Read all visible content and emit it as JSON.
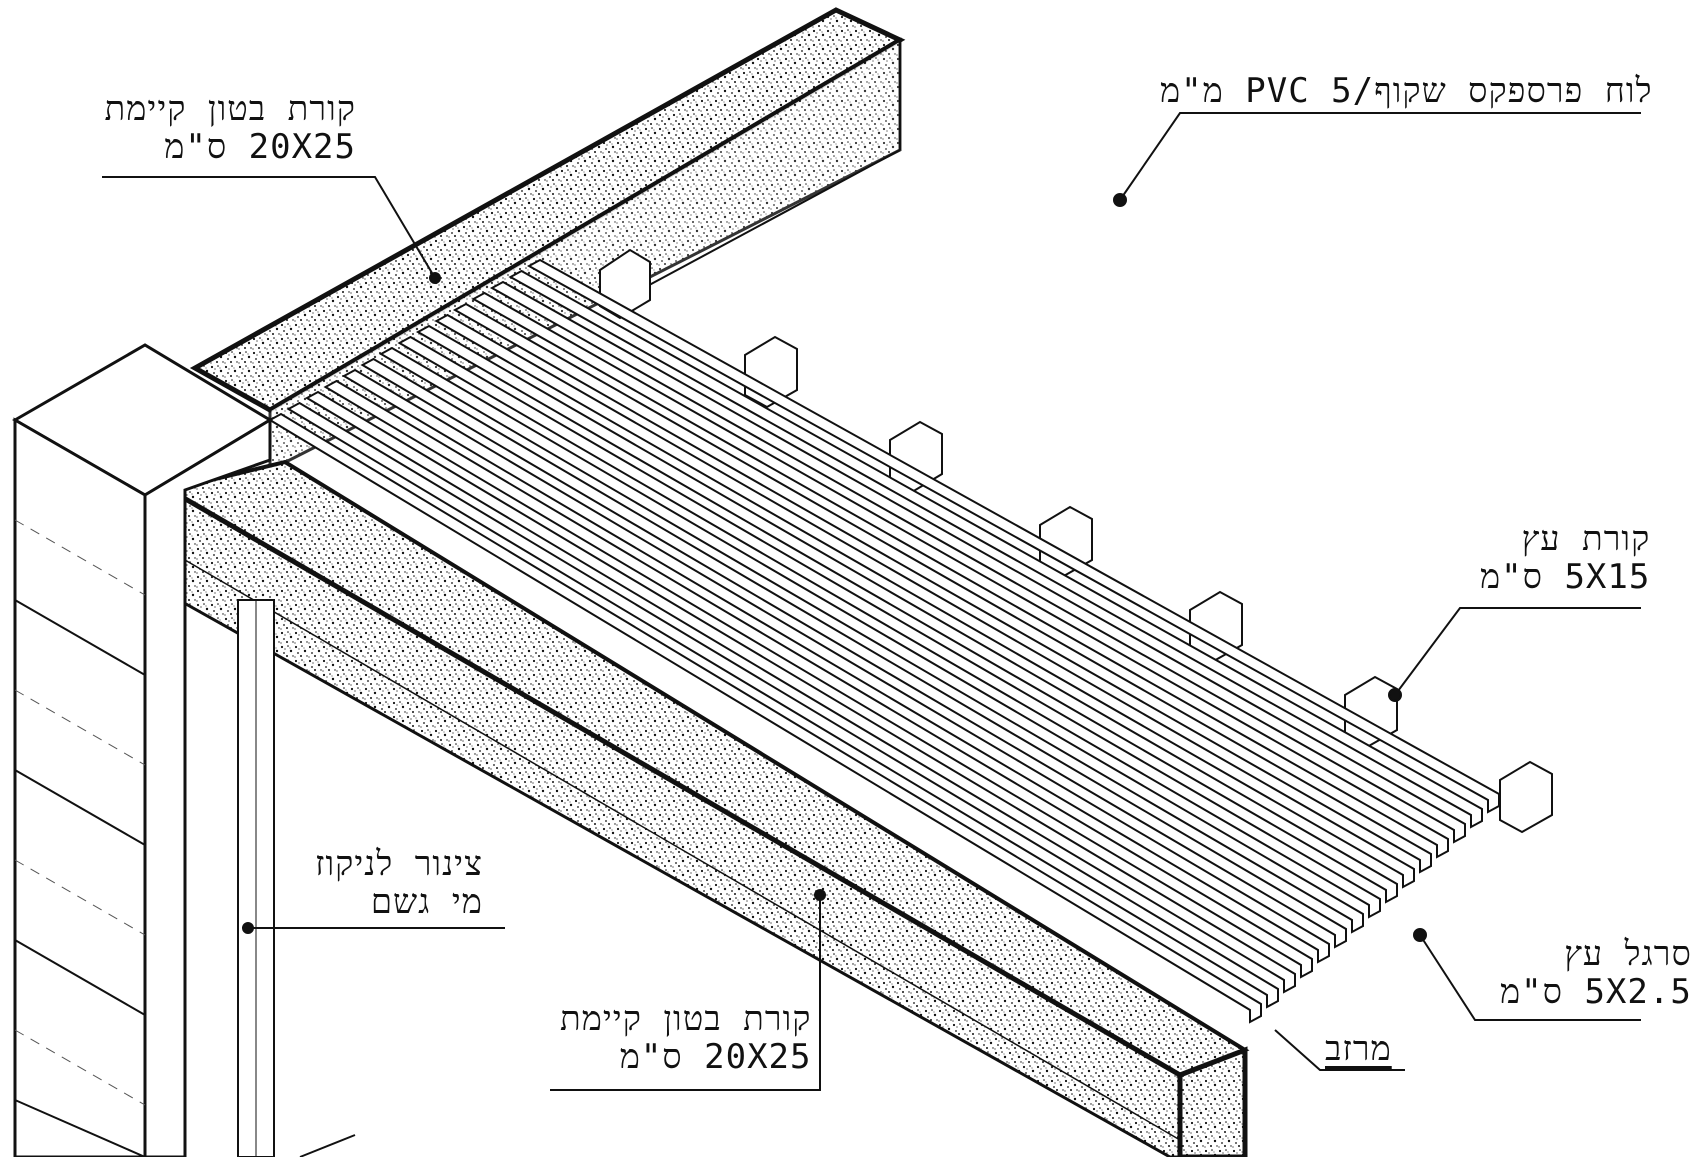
{
  "labels": {
    "existing_beam_top": {
      "line1": "קורת בטון קיימת",
      "line2": "20X25 ס\"מ"
    },
    "perspex_panel": {
      "text": "לוח פרספקס שקוף/PVC 5 מ\"מ"
    },
    "wood_beam": {
      "line1": "קורת עץ",
      "line2": "5X15 ס\"מ"
    },
    "wood_slat": {
      "line1": "סרגל עץ",
      "line2": "5X2.5 ס\"מ"
    },
    "drain_pipe": {
      "line1": "צינור לניקוז",
      "line2": "מי גשם"
    },
    "existing_beam_bottom": {
      "line1": "קורת בטון קיימת",
      "line2": "20X25 ס\"מ"
    },
    "gutter": {
      "text": "מרזב"
    }
  },
  "colors": {
    "ink": "#111111",
    "paper": "#ffffff",
    "concrete": "#d9d9d9"
  }
}
